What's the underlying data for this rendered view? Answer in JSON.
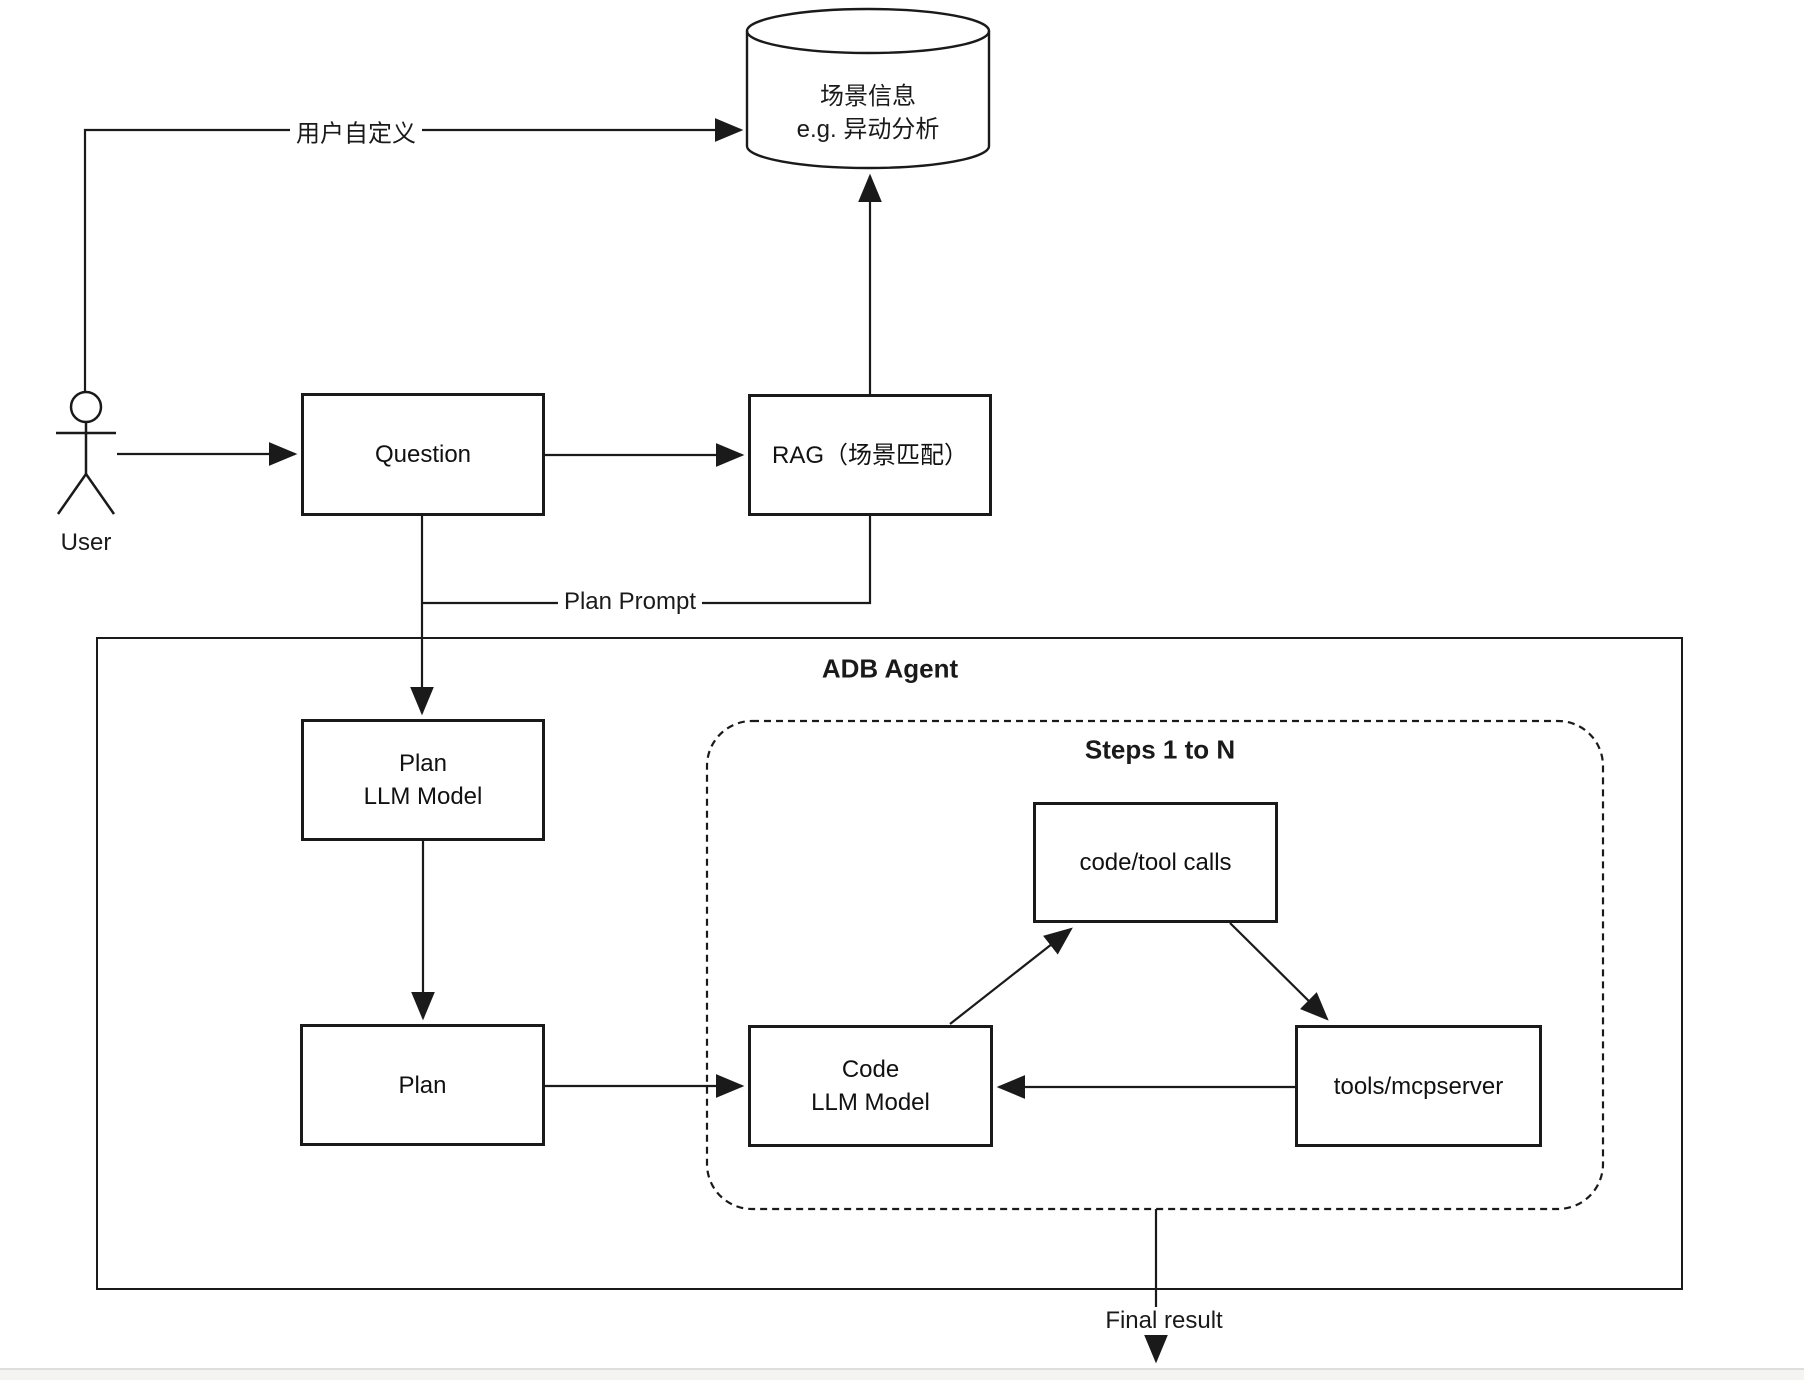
{
  "nodes": {
    "database": {
      "line1": "场景信息",
      "line2": "e.g. 异动分析"
    },
    "user": {
      "label": "User"
    },
    "question": {
      "label": "Question"
    },
    "rag": {
      "label": "RAG（场景匹配）"
    },
    "adb_agent": {
      "label": "ADB Agent"
    },
    "plan_llm": {
      "line1": "Plan",
      "line2": "LLM Model"
    },
    "plan": {
      "label": "Plan"
    },
    "steps_group": {
      "label": "Steps 1 to N"
    },
    "code_tool_calls": {
      "label": "code/tool calls"
    },
    "code_llm": {
      "line1": "Code",
      "line2": "LLM Model"
    },
    "tools_mcpserver": {
      "label": "tools/mcpserver"
    }
  },
  "edge_labels": {
    "user_custom": "用户自定义",
    "plan_prompt": "Plan Prompt",
    "final_result": "Final result"
  },
  "colors": {
    "stroke": "#1a1a1a",
    "background": "#ffffff",
    "bottom_bar": "#f4f4f2"
  }
}
